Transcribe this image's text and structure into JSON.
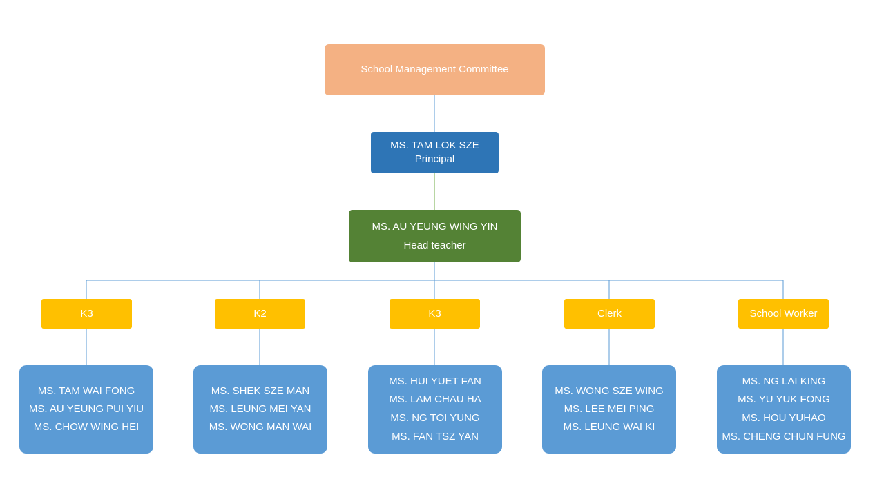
{
  "colors": {
    "committee": "#f4b183",
    "principal": "#2e75b6",
    "head_teacher": "#548235",
    "category": "#ffc000",
    "staff": "#5b9bd5",
    "connector": "#5b9bd5"
  },
  "committee": {
    "label": "School Management Committee"
  },
  "principal": {
    "name": "MS. TAM LOK SZE",
    "role": "Principal"
  },
  "head_teacher": {
    "name": "MS. AU YEUNG WING YIN",
    "role": "Head teacher"
  },
  "groups": [
    {
      "label": "K3",
      "members": [
        "MS. TAM WAI FONG",
        "MS. AU YEUNG PUI YIU",
        "MS. CHOW WING HEI"
      ]
    },
    {
      "label": "K2",
      "members": [
        "MS. SHEK SZE MAN",
        "MS. LEUNG MEI YAN",
        "MS. WONG MAN WAI"
      ]
    },
    {
      "label": "K3",
      "members": [
        "MS. HUI YUET FAN",
        "MS. LAM CHAU HA",
        "MS. NG TOI YUNG",
        "MS. FAN TSZ YAN"
      ]
    },
    {
      "label": "Clerk",
      "members": [
        "MS. WONG SZE WING",
        "MS. LEE MEI PING",
        "MS. LEUNG WAI KI"
      ]
    },
    {
      "label": "School Worker",
      "members": [
        "MS. NG LAI KING",
        "MS. YU YUK FONG",
        "MS. HOU YUHAO",
        "MS. CHENG CHUN FUNG"
      ]
    }
  ]
}
